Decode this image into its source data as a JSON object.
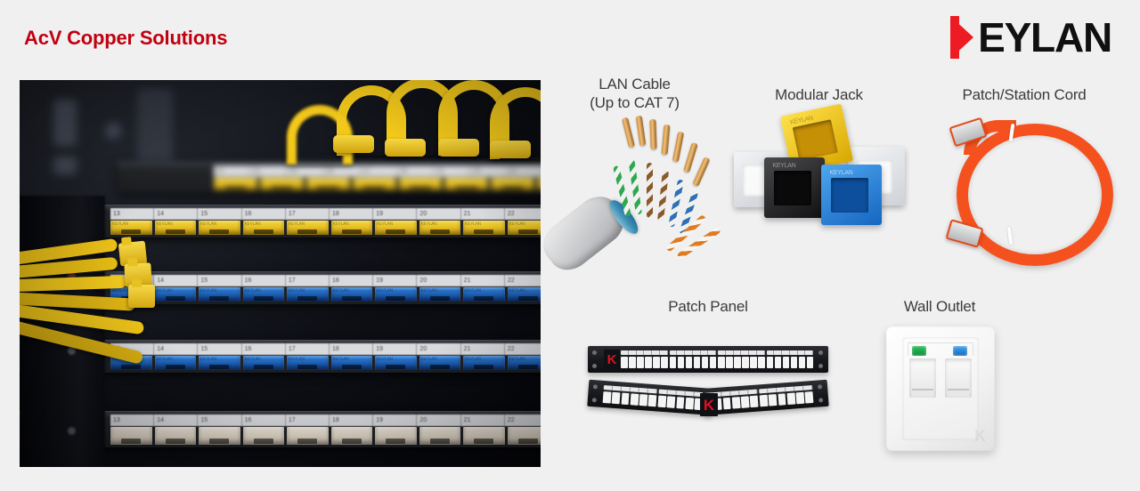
{
  "page": {
    "title": "AcV Copper Solutions",
    "background_color": "#f0f0f0",
    "title_color": "#c00010"
  },
  "logo": {
    "text": "EYLAN",
    "mark_letter": "K",
    "mark_color": "#ed1c24",
    "text_color": "#101010"
  },
  "hero_photo": {
    "alt": "Yellow patch cords plugged into stacked KEYLAN patch panels",
    "brand_label": "KEYLAN",
    "port_numbers": [
      "13",
      "14",
      "15",
      "16",
      "17",
      "18",
      "19",
      "20",
      "21",
      "22"
    ],
    "rows": [
      {
        "name": "yellow-jack-row",
        "color": "#f0cb2a"
      },
      {
        "name": "blue-jack-row-1",
        "color": "#1f6fc4"
      },
      {
        "name": "blue-jack-row-2",
        "color": "#1f6fc4"
      },
      {
        "name": "beige-jack-row",
        "color": "#e9e0d2"
      }
    ]
  },
  "products": [
    {
      "id": "lan-cable",
      "caption": "LAN Cable\n(Up to CAT 7)",
      "art": "lan-cable-art"
    },
    {
      "id": "modular-jack",
      "caption": "Modular Jack",
      "art": "modular-jack-art"
    },
    {
      "id": "patch-station-cord",
      "caption": "Patch/Station Cord",
      "art": "patch-cord-art",
      "color": "#f4511e"
    },
    {
      "id": "patch-panel",
      "caption": "Patch Panel",
      "art": "patch-panel-art",
      "logo_letter": "K"
    },
    {
      "id": "wall-outlet",
      "caption": "Wall Outlet",
      "art": "wall-outlet-art",
      "icon_colors": [
        "#17a04a",
        "#1f7fd0"
      ]
    }
  ]
}
